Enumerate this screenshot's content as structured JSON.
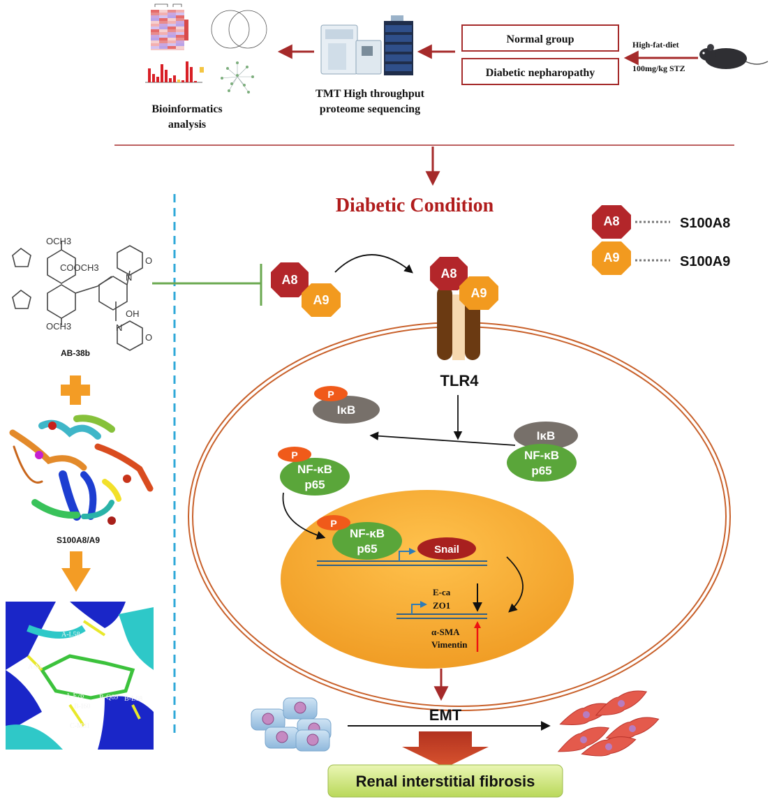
{
  "top_panel": {
    "bioinformatics_label_line1": "Bioinformatics",
    "bioinformatics_label_line2": "analysis",
    "tmt_label_line1": "TMT High throughput",
    "tmt_label_line2": "proteome sequencing",
    "normal_group": "Normal group",
    "diabetic_group": "Diabetic nepharopathy",
    "diet_label": "High-fat-diet",
    "stz_label": "100mg/kg STZ"
  },
  "title": "Diabetic Condition",
  "legend": {
    "a8_badge": "A8",
    "a8_name": "S100A8",
    "a9_badge": "A9",
    "a9_name": "S100A9"
  },
  "left_panel": {
    "compound_groups": [
      "OCH3",
      "COOCH3",
      "OH",
      "N",
      "O"
    ],
    "compound_name": "AB-38b",
    "protein_name": "S100A8/A9",
    "residues": [
      "A-L58",
      "A-M",
      "A-F76",
      "B-Q69",
      "B-L68",
      "B-I60",
      "C-M81"
    ]
  },
  "pathway": {
    "a8": "A8",
    "a9": "A9",
    "receptor": "TLR4",
    "phospho": "P",
    "ikb": "IκB",
    "nfkb_line1": "NF-κB",
    "nfkb_line2": "p65",
    "snail": "Snail",
    "down_genes_line1": "E-ca",
    "down_genes_line2": "ZO1",
    "up_genes_line1": "α-SMA",
    "up_genes_line2": "Vimentin"
  },
  "bottom": {
    "emt": "EMT",
    "outcome": "Renal interstitial fibrosis"
  },
  "colors": {
    "dark_red": "#a52a2a",
    "title_red": "#b01c1c",
    "a8_fill": "#b3262a",
    "a9_fill": "#f29a1f",
    "nucleus_fill": "#f4a532",
    "cell_ring": "#c8602a",
    "green_oval": "#5aa63a",
    "grey_oval": "#77706a",
    "phospho": "#f05a1a",
    "snail": "#a8201f",
    "dashed_blue": "#2fa8d8",
    "inhibit_green": "#6aa84f",
    "outcome_green": "#d8ec8a"
  }
}
